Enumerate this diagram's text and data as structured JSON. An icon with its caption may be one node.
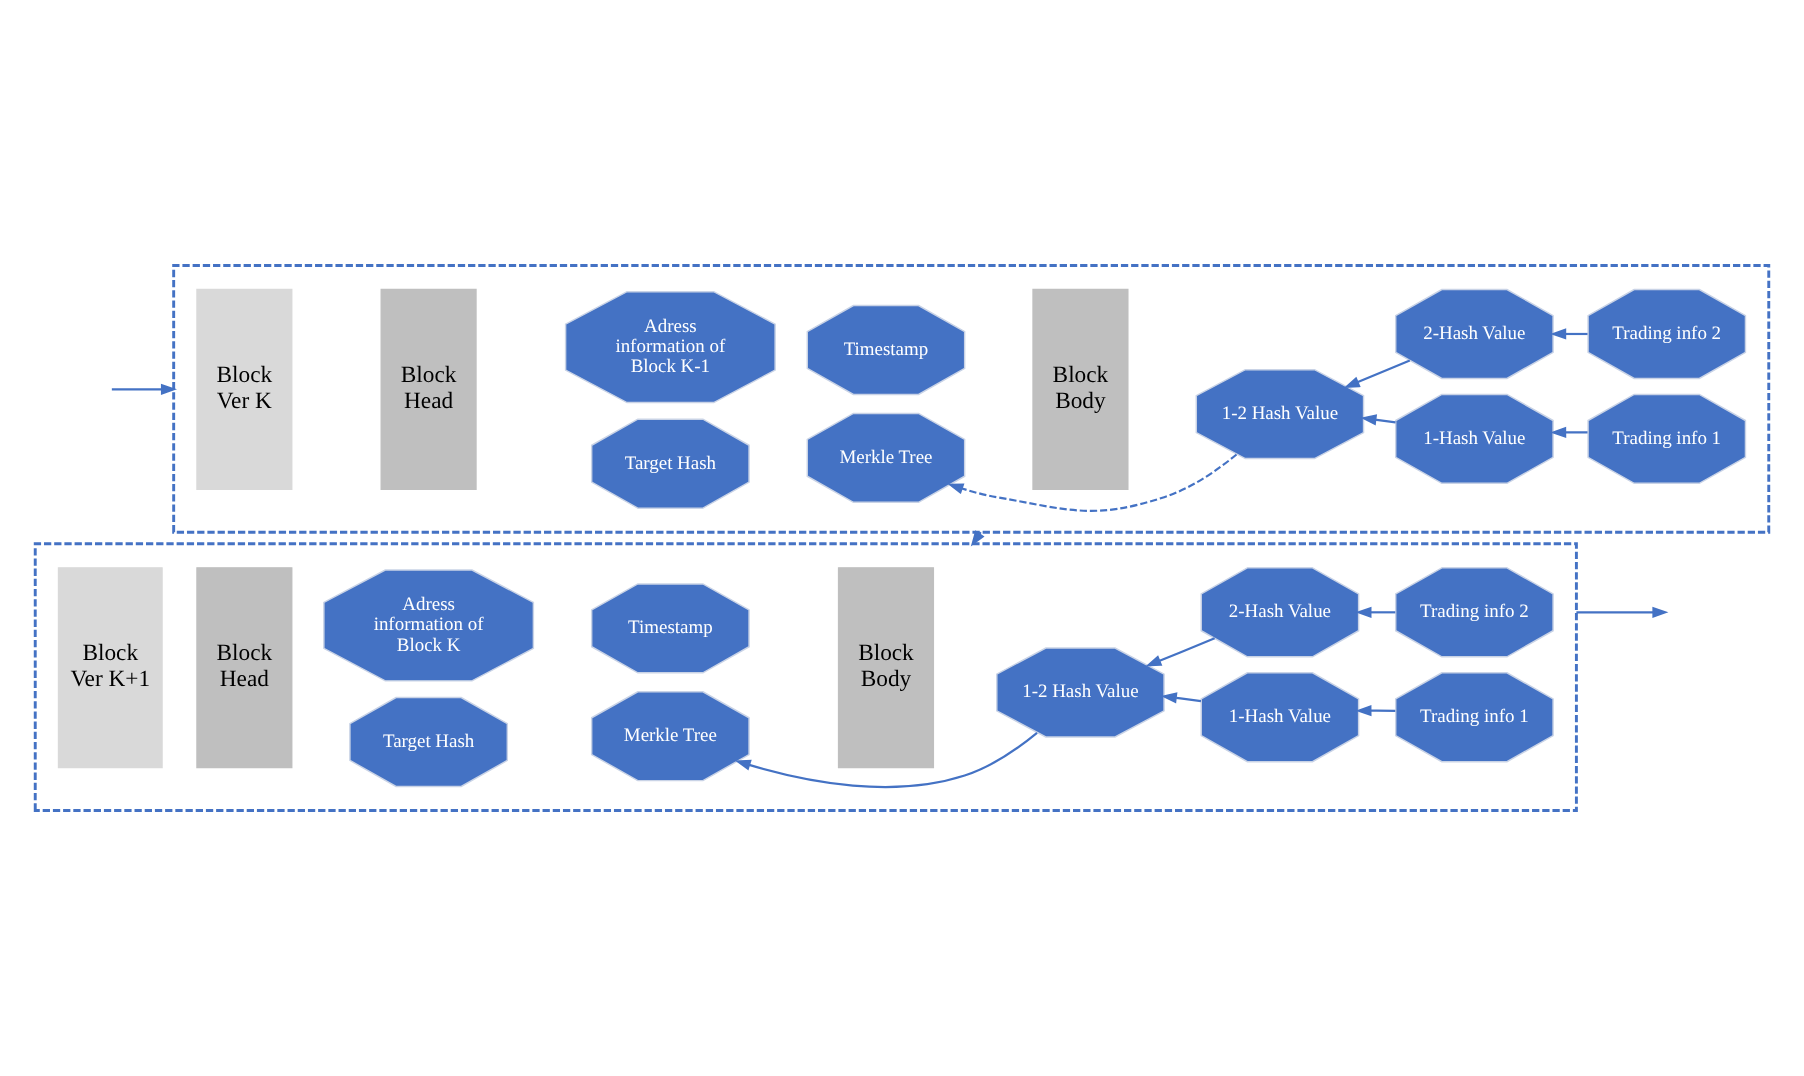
{
  "diagram": {
    "nodes": [
      {
        "text": [],
        "shape": "box"
      },
      {
        "text": [
          "Block Ver K"
        ],
        "in": 0
      },
      {
        "text": [
          "Block Head"
        ],
        "in": 0
      },
      {
        "text": [
          "Adress information of Block K-1"
        ],
        "in": 0
      },
      {
        "text": [
          "Timestamp"
        ],
        "in": 0
      },
      {
        "text": [
          "Target Hash"
        ],
        "in": 0
      },
      {
        "text": [
          "Merkle Tree"
        ],
        "in": 0
      },
      {
        "text": [
          "Block Body"
        ],
        "in": 0
      },
      {
        "text": [
          "1-2 Hash Value"
        ],
        "in": 0
      },
      {
        "text": [
          "1-Hash Value"
        ],
        "in": 0
      },
      {
        "text": [
          "Trading info 1"
        ],
        "in": 0
      },
      {
        "text": [
          "2-Hash Value"
        ],
        "in": 0
      },
      {
        "text": [
          "Trading info 2"
        ],
        "in": 0
      },
      {
        "text": [],
        "shape": "box"
      },
      {
        "text": [
          "Block Ver K+1"
        ],
        "in": 13
      },
      {
        "text": [
          "Block Head"
        ],
        "in": 13
      },
      {
        "text": [
          "Adress information of Block K"
        ],
        "in": 13
      },
      {
        "text": [
          "Timestamp"
        ],
        "in": 13
      },
      {
        "text": [
          "Target Hash"
        ],
        "in": 13
      },
      {
        "text": [
          "Merkle Tree"
        ],
        "in": 13
      },
      {
        "text": [
          "Block Body"
        ],
        "in": 13
      },
      {
        "text": [
          "1-2 Hash Value"
        ],
        "in": 13
      },
      {
        "text": [
          "1-Hash Value"
        ],
        "in": 13
      },
      {
        "text": [
          "Trading info 1"
        ],
        "in": 13
      },
      {
        "text": [
          "2-Hash Value"
        ],
        "in": 13
      },
      {
        "text": [
          "Trading info 2"
        ],
        "in": 13
      }
    ],
    "edges": [
      {
        "from": null,
        "to": 0,
        "arrow": "to"
      },
      {
        "from": 10,
        "to": 9,
        "arrow": "to"
      },
      {
        "from": 12,
        "to": 11,
        "arrow": "to"
      },
      {
        "from": 9,
        "to": 8,
        "arrow": "to"
      },
      {
        "from": 11,
        "to": 8,
        "arrow": "to"
      },
      {
        "from": 8,
        "to": 6,
        "arrow": "to",
        "style": "dashed"
      },
      {
        "from": 0,
        "to": 13,
        "arrow": "to"
      },
      {
        "from": 23,
        "to": 22,
        "arrow": "to"
      },
      {
        "from": 25,
        "to": 24,
        "arrow": "to"
      },
      {
        "from": 22,
        "to": 21,
        "arrow": "to"
      },
      {
        "from": 24,
        "to": 21,
        "arrow": "to"
      },
      {
        "from": 21,
        "to": 19,
        "arrow": "to"
      },
      {
        "from": 13,
        "to": null,
        "arrow": "to"
      }
    ]
  }
}
